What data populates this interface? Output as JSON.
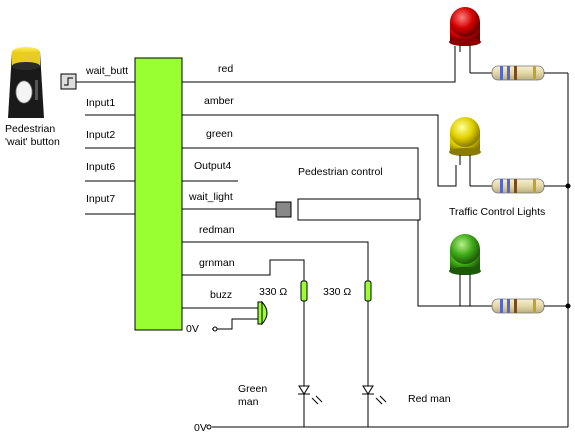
{
  "colors": {
    "chip": "#99ff33",
    "wire": "#000000",
    "red_led": "#cc0000",
    "amber_led": "#e6d600",
    "green_led": "#3fae1f",
    "resistor_body": "#e8e0b0",
    "small_resistor": "#99ff33"
  },
  "pedestrian_button": {
    "caption_line1": "Pedestrian",
    "caption_line2": "'wait' button",
    "icon": "push-button-icon"
  },
  "chip": {
    "inputs": [
      "wait_butt",
      "Input1",
      "Input2",
      "Input6",
      "Input7"
    ],
    "outputs": [
      "red",
      "amber",
      "green",
      "Output4",
      "wait_light",
      "redman",
      "grnman",
      "buzz"
    ],
    "ground": "0V"
  },
  "pedestrian_control_label": "Pedestrian control",
  "traffic_lights_label": "Traffic Control Lights",
  "resistor_labels": [
    "330 Ω",
    "330 Ω"
  ],
  "green_man_label_line1": "Green",
  "green_man_label_line2": "man",
  "red_man_label": "Red man",
  "ground_label": "0V"
}
